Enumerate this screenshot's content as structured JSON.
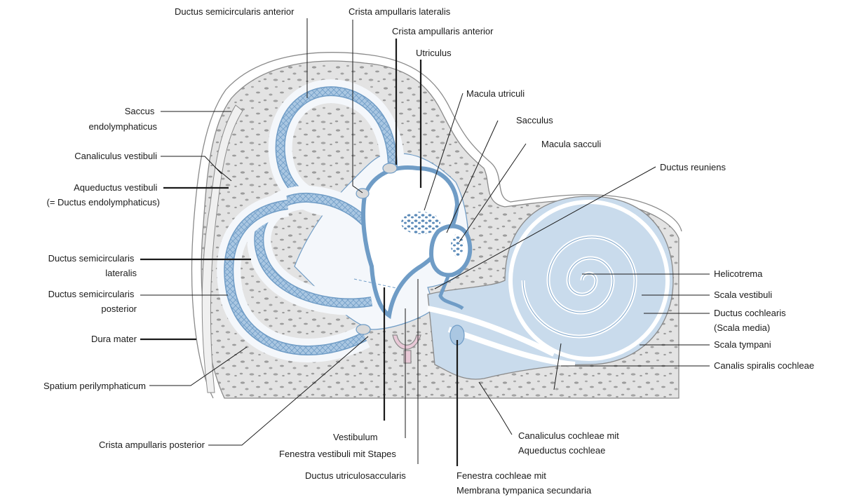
{
  "colors": {
    "bone": "#e3e3e3",
    "bone_outline": "#8a8a8a",
    "pore": "#9c9c9c",
    "perilymph": "#f2f6fb",
    "endolymph_wall": "#aac7e2",
    "endolymph_dark": "#5b8ab8",
    "cochlea_fill": "#c9dbec",
    "stapes": "#e8c8d6",
    "text": "#1a1a1a"
  },
  "labels": {
    "ductus_semicircularis_anterior": "Ductus semicircularis anterior",
    "crista_ampullaris_lateralis": "Crista ampullaris lateralis",
    "crista_ampullaris_anterior": "Crista ampullaris anterior",
    "utriculus": "Utriculus",
    "macula_utriculi": "Macula utriculi",
    "sacculus": "Sacculus",
    "macula_sacculi": "Macula sacculi",
    "ductus_reuniens": "Ductus reuniens",
    "saccus_endolymphaticus": [
      "Saccus",
      "endolymphaticus"
    ],
    "canaliculus_vestibuli": "Canaliculus vestibuli",
    "aqueductus_vestibuli": [
      "Aqueductus vestibuli",
      "(= Ductus endolymphaticus)"
    ],
    "ductus_semicircularis_lateralis": [
      "Ductus semicircularis",
      "lateralis"
    ],
    "ductus_semicircularis_posterior": [
      "Ductus semicircularis",
      "posterior"
    ],
    "dura_mater": "Dura mater",
    "spatium_perilymphaticum": "Spatium perilymphaticum",
    "crista_ampullaris_posterior": "Crista ampullaris posterior",
    "vestibulum": "Vestibulum",
    "fenestra_vestibuli": "Fenestra vestibuli mit Stapes",
    "ductus_utriculosaccularis": "Ductus utriculosaccularis",
    "fenestra_cochleae": [
      "Fenestra cochleae mit",
      "Membrana tympanica secundaria"
    ],
    "canaliculus_cochleae": [
      "Canaliculus cochleae mit",
      "Aqueductus cochleae"
    ],
    "helicotrema": "Helicotrema",
    "scala_vestibuli": "Scala vestibuli",
    "ductus_cochlearis": [
      "Ductus cochlearis",
      "(Scala media)"
    ],
    "scala_tympani": "Scala tympani",
    "canalis_spiralis_cochleae": "Canalis spiralis cochleae"
  }
}
